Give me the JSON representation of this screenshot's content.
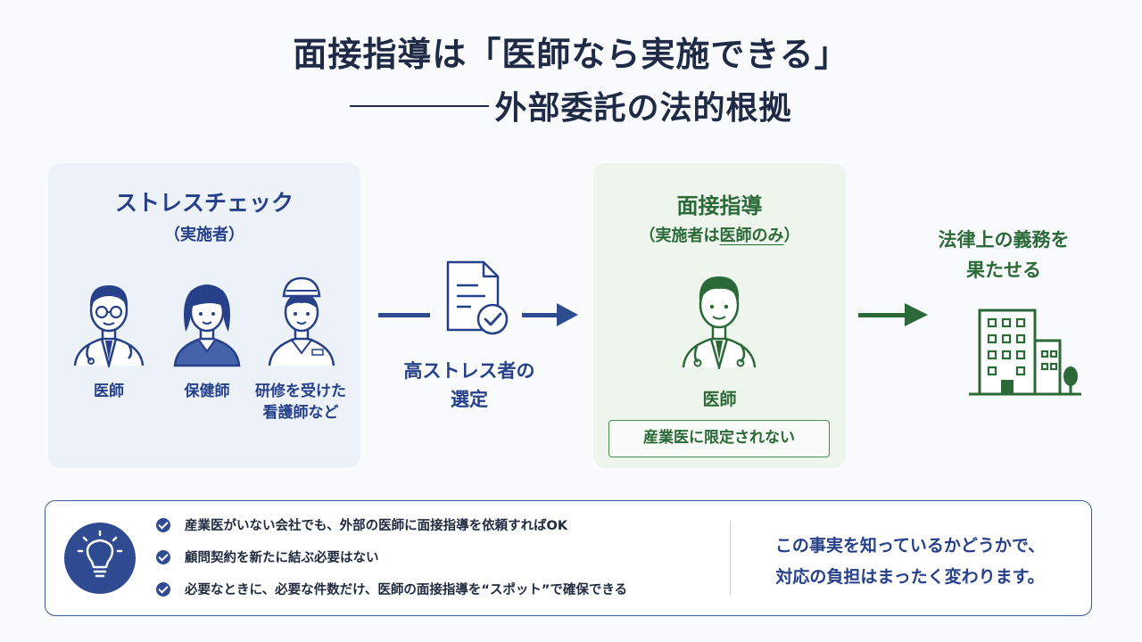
{
  "title": {
    "line1": "面接指導は「医師なら実施できる」",
    "line2": "外部委託の法的根拠"
  },
  "stress_check": {
    "title": "ストレスチェック",
    "subtitle": "（実施者）",
    "people": [
      {
        "label": "医師"
      },
      {
        "label": "保健師"
      },
      {
        "label": "研修を受けた",
        "label2": "看護師など"
      }
    ]
  },
  "flow": {
    "selection_line1": "高ストレス者の",
    "selection_line2": "選定"
  },
  "interview": {
    "title": "面接指導",
    "subtitle_prefix": "（実施者は",
    "subtitle_emph": "医師のみ",
    "subtitle_suffix": "）",
    "person_label": "医師",
    "limit_note": "産業医に限定されない"
  },
  "outcome": {
    "line1": "法律上の義務を",
    "line2": "果たせる"
  },
  "bottom": {
    "bullets": [
      "産業医がいない会社でも、外部の医師に面接指導を依頼すればOK",
      "顧問契約を新たに結ぶ必要はない",
      "必要なときに、必要な件数だけ、医師の面接指導を“スポット”で確保できる"
    ],
    "note_line1": "この事実を知っているかどうかで、",
    "note_line2": "対応の負担はまったく変わります。"
  },
  "colors": {
    "navy": "#26418a",
    "green": "#2b6a38",
    "panel_blue": "#edf1f8",
    "panel_green": "#eef5ec"
  }
}
